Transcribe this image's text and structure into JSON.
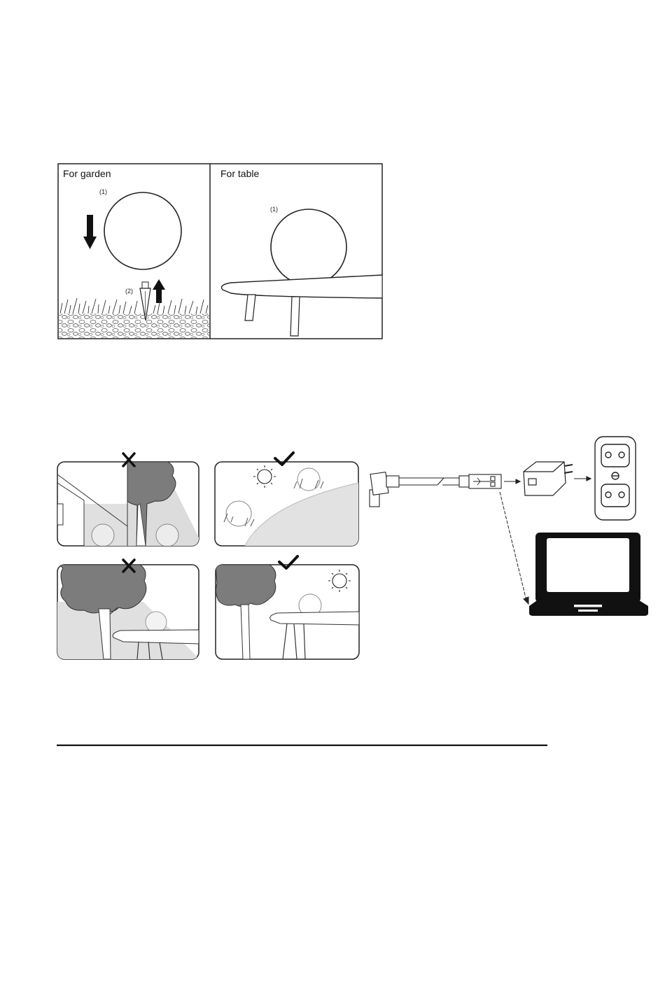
{
  "install_panel": {
    "garden": {
      "title": "For garden",
      "ball_marker": "(1)",
      "spike_marker": "(2)"
    },
    "table": {
      "title": "For table",
      "ball_marker": "(1)"
    }
  },
  "placement_scenes": [
    {
      "id": "house-shade",
      "verdict": "wrong"
    },
    {
      "id": "open-sun",
      "verdict": "correct"
    },
    {
      "id": "tree-shade-table",
      "verdict": "wrong"
    },
    {
      "id": "sun-table",
      "verdict": "correct"
    }
  ],
  "icons": {
    "wrong": "cross-icon",
    "correct": "check-icon",
    "sun": "sun-icon",
    "charger": "usb-wall-charger-icon",
    "socket": "power-socket-icon",
    "laptop": "laptop-icon"
  }
}
